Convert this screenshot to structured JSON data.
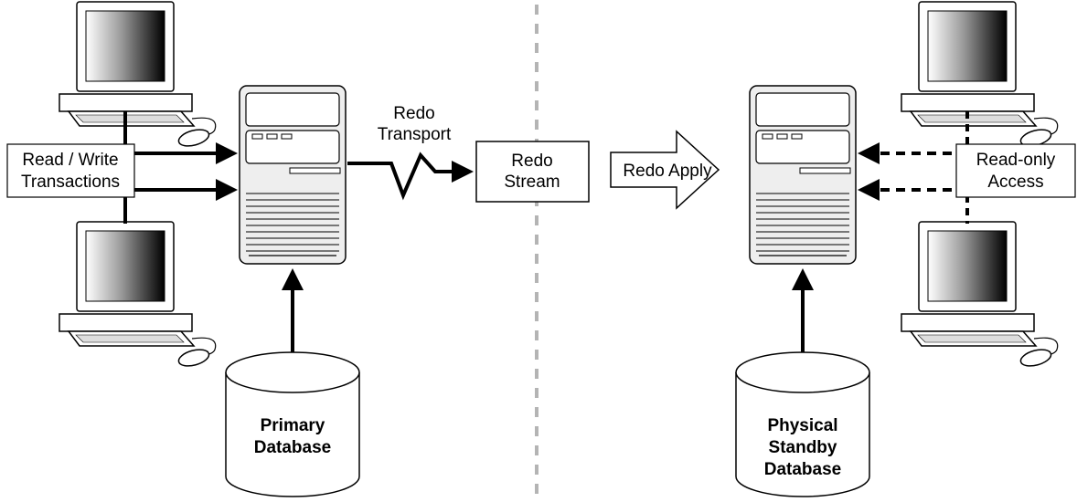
{
  "primary_side": {
    "client_label_line1": "Read / Write",
    "client_label_line2": "Transactions",
    "database_line1": "Primary",
    "database_line2": "Database",
    "transport_line1": "Redo",
    "transport_line2": "Transport"
  },
  "stream": {
    "line1": "Redo",
    "line2": "Stream"
  },
  "standby_side": {
    "apply_label": "Redo Apply",
    "access_line1": "Read-only",
    "access_line2": "Access",
    "database_line1": "Physical",
    "database_line2": "Standby",
    "database_line3": "Database"
  },
  "colors": {
    "line": "#000000",
    "server_fill": "#eeeeee",
    "divider": "#b4b4b4"
  }
}
